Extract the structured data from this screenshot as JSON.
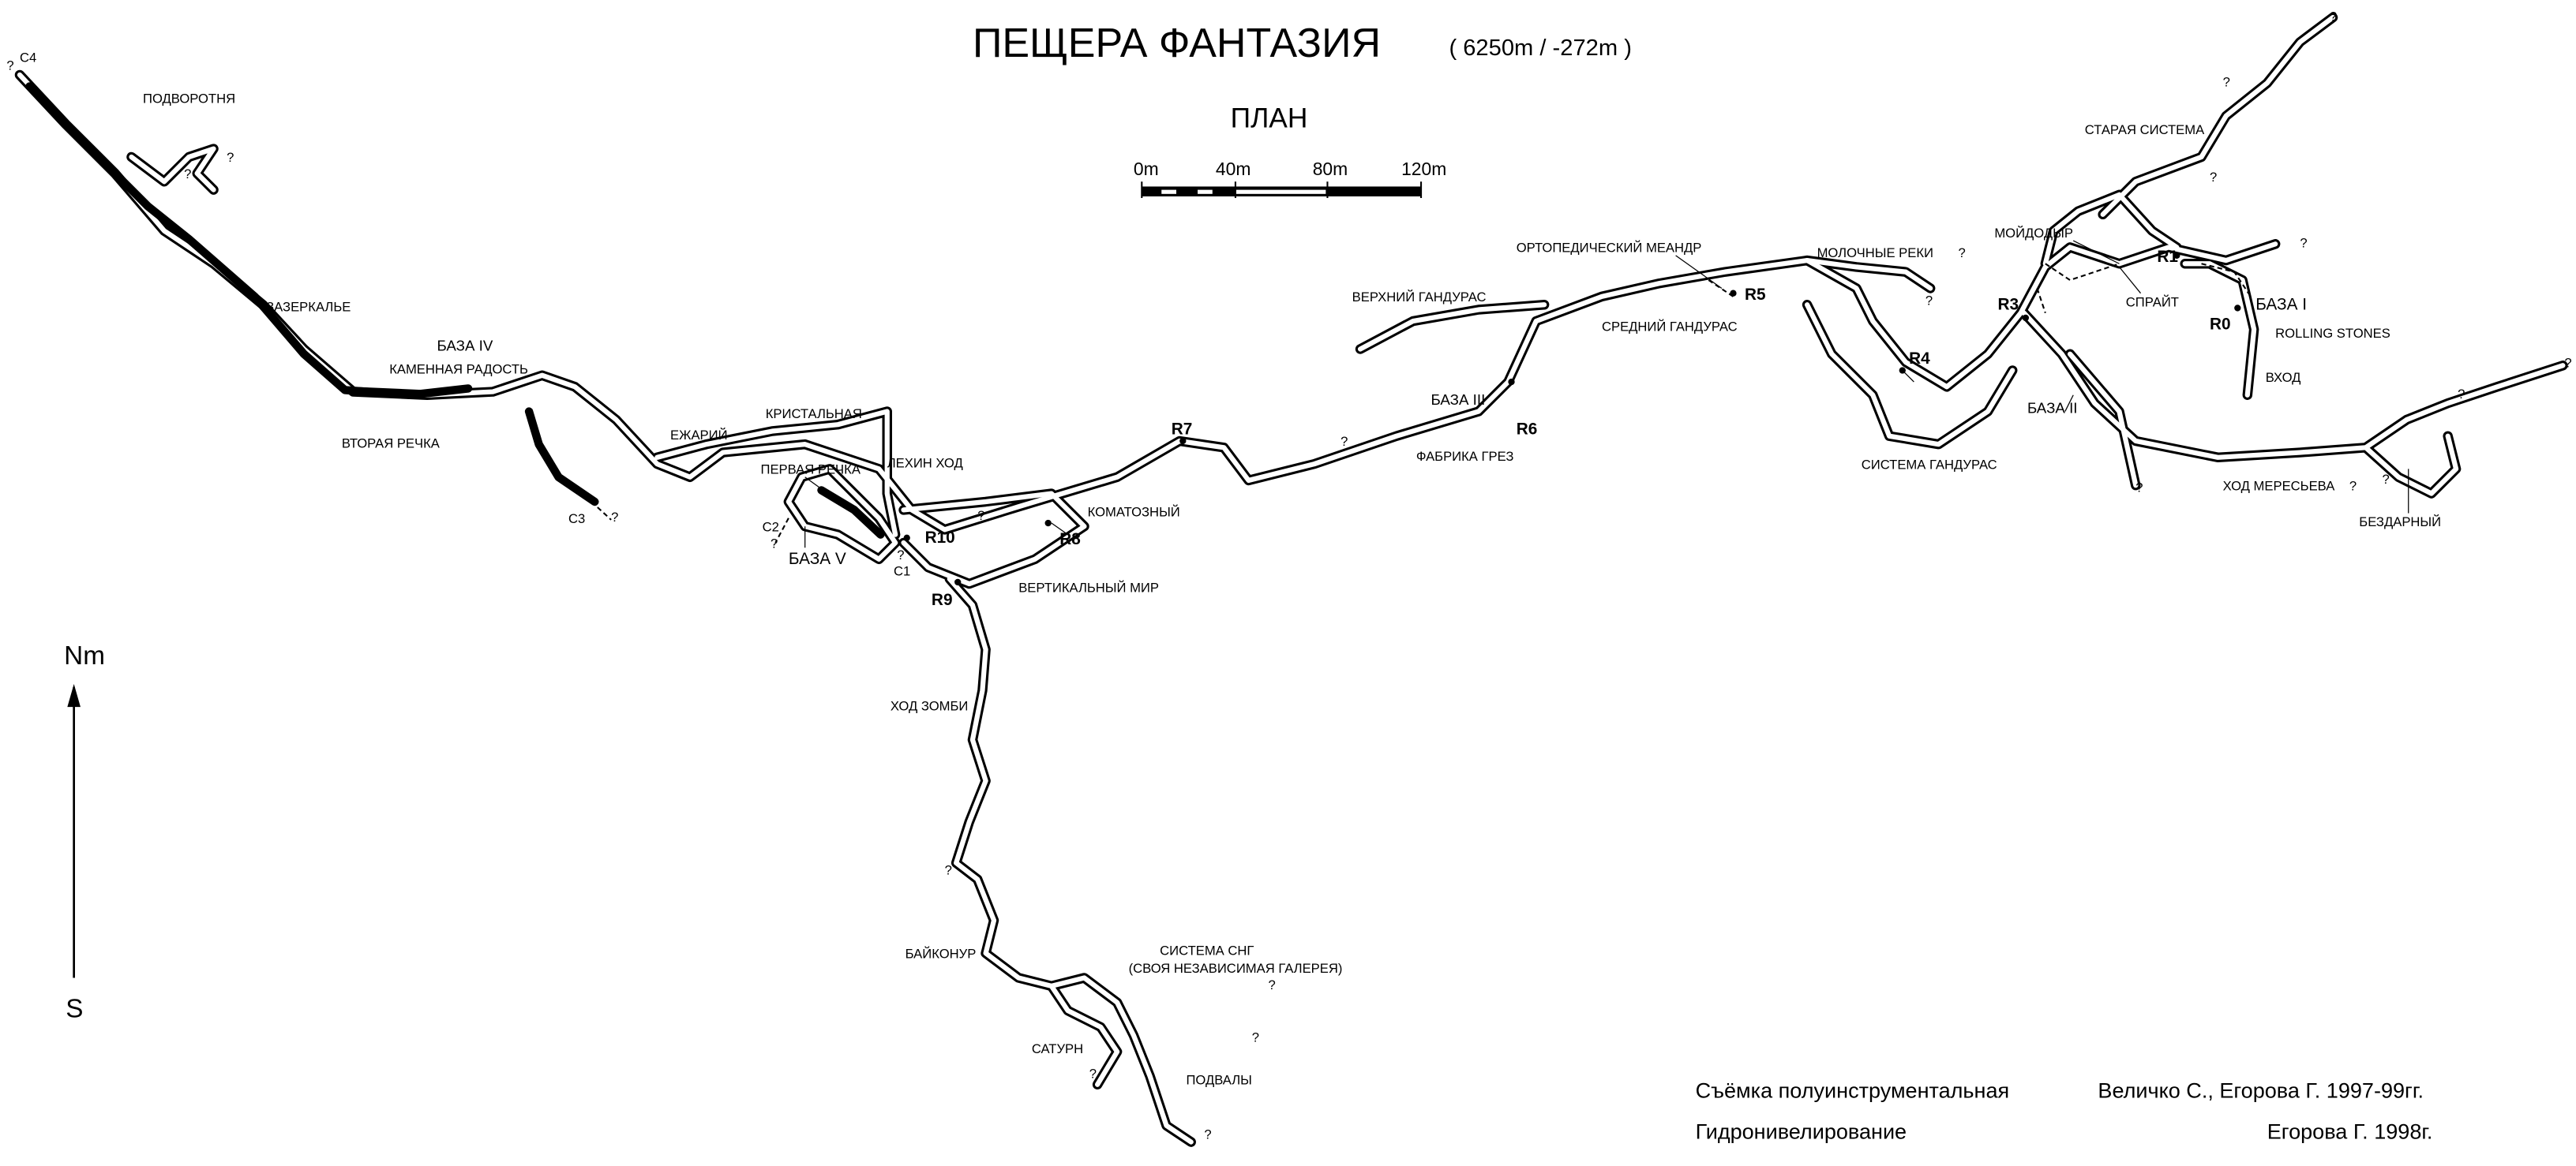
{
  "header": {
    "title": "ПЕЩЕРА ФАНТАЗИЯ",
    "stats": "( 6250m / -272m )",
    "view": "ПЛАН"
  },
  "scale_bar": {
    "labels": [
      "0m",
      "40m",
      "80m",
      "120m"
    ]
  },
  "north_arrow": {
    "north": "Nm",
    "south": "S"
  },
  "labels": {
    "podvorotnya": "ПОДВОРОТНЯ",
    "zazerkalye": "ЗАЗЕРКАЛЬЕ",
    "baza4": "БАЗА IV",
    "kamennaya": "КАМЕННАЯ РАДОСТЬ",
    "vtoraya": "ВТОРАЯ РЕЧКА",
    "ezhariy": "ЕЖАРИЙ",
    "kristalnaya": "КРИСТАЛЬНАЯ",
    "pervaya": "ПЕРВАЯ РЕЧКА",
    "lekhin": "ЛЕХИН ХОД",
    "baza5": "БАЗА V",
    "komatozny": "КОМАТОЗНЫЙ",
    "vertikalny": "ВЕРТИКАЛЬНЫЙ МИР",
    "zombi": "ХОД ЗОМБИ",
    "baikonur": "БАЙКОНУР",
    "sng1": "СИСТЕМА СНГ",
    "sng2": "(СВОЯ НЕЗАВИСИМАЯ ГАЛЕРЕЯ)",
    "saturn": "САТУРН",
    "podvaly": "ПОДВАЛЫ",
    "baza3": "БАЗА III",
    "fabrika": "ФАБРИКА ГРЕЗ",
    "verkhny": "ВЕРХНИЙ ГАНДУРАС",
    "ortoped": "ОРТОПЕДИЧЕСКИЙ МЕАНДР",
    "sredny": "СРЕДНИЙ ГАНДУРАС",
    "molochnye": "МОЛОЧНЫЕ РЕКИ",
    "sistema_gand": "СИСТЕМА ГАНДУРАС",
    "staraya": "СТАРАЯ СИСТЕМА",
    "moidodyr": "МОЙДОДЫР",
    "sprait": "СПРАЙТ",
    "baza1": "БАЗА I",
    "rolling": "ROLLING STONES",
    "vkhod": "ВХОД",
    "baza2": "БАЗА II",
    "meresyev": "ХОД МЕРЕСЬЕВА",
    "bezdarny": "БЕЗДАРНЫЙ"
  },
  "sumps": {
    "c1": "C1",
    "c2": "C2",
    "c3": "C3",
    "c4": "C4"
  },
  "stations": {
    "r0": "R0",
    "r1": "R1",
    "r3": "R3",
    "r4": "R4",
    "r5": "R5",
    "r6": "R6",
    "r7": "R7",
    "r8": "R8",
    "r9": "R9",
    "r10": "R10"
  },
  "unknown_mark": "?",
  "credits": {
    "survey_label": "Съёмка полуинструментальная",
    "survey_authors": "Величко С., Егорова Г.  1997-99гг.",
    "hydro_label": "Гидронивелирование",
    "hydro_authors": "Егорова Г.  1998г."
  }
}
